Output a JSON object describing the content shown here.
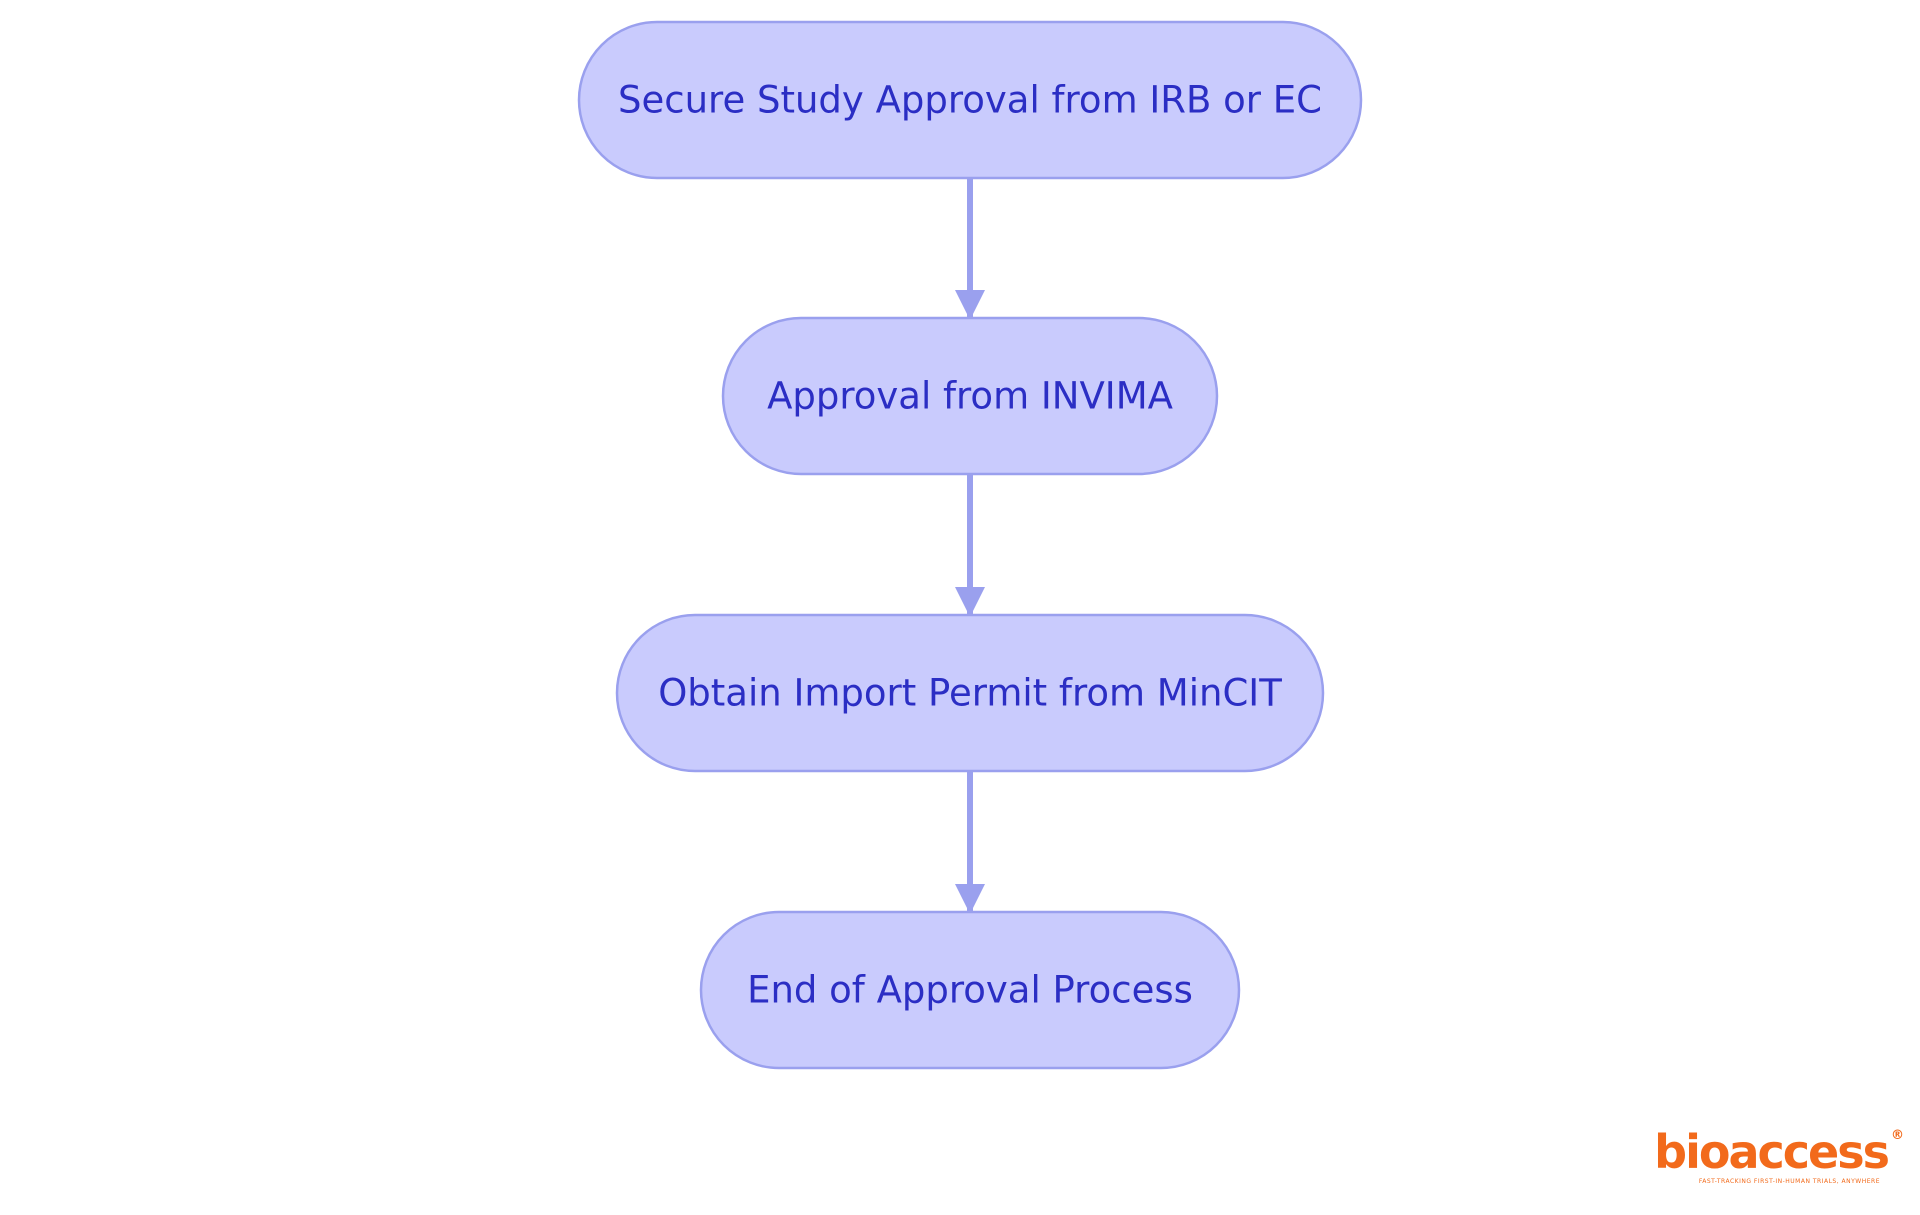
{
  "diagram": {
    "type": "flowchart",
    "direction": "top-to-bottom",
    "nodes": [
      {
        "id": "n1",
        "label": "Secure Study Approval from IRB or EC"
      },
      {
        "id": "n2",
        "label": "Approval from INVIMA"
      },
      {
        "id": "n3",
        "label": "Obtain Import Permit from MinCIT"
      },
      {
        "id": "n4",
        "label": "End of Approval Process"
      }
    ],
    "edges": [
      {
        "from": "n1",
        "to": "n2"
      },
      {
        "from": "n2",
        "to": "n3"
      },
      {
        "from": "n3",
        "to": "n4"
      }
    ]
  },
  "logo": {
    "wordmark": "bioaccess",
    "registered": "®",
    "tagline": "FAST-TRACKING FIRST-IN-HUMAN TRIALS, ANYWHERE"
  },
  "colors": {
    "node_fill": "#c9cbfd",
    "node_stroke": "#9aa0ee",
    "node_text": "#2b2ec4",
    "edge": "#9aa0ee",
    "background": "#ffffff",
    "logo": "#f26a1b"
  }
}
